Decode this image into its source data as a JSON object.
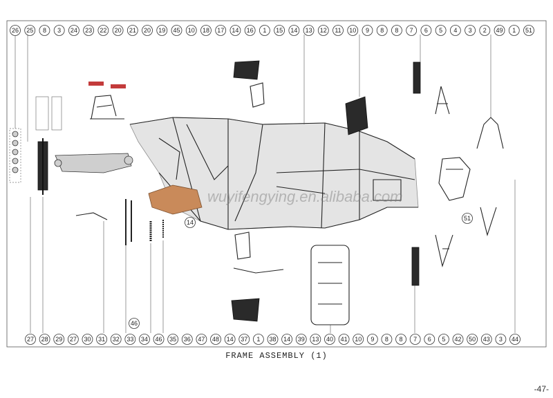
{
  "title": "FRAME ASSEMBLY (1)",
  "page_number": "-47-",
  "watermark": "wuyifengying.en.alibaba.com",
  "colors": {
    "frame": "#9a9a9a",
    "bracket": "#c98a5a",
    "reflector": "#c33b3b"
  },
  "top_callouts": [
    "26",
    "25",
    "8",
    "3",
    "24",
    "23",
    "22",
    "20",
    "21",
    "20",
    "19",
    "45",
    "10",
    "18",
    "17",
    "14",
    "16",
    "1",
    "15",
    "14",
    "13",
    "12",
    "11",
    "10",
    "9",
    "8",
    "8",
    "7",
    "6",
    "5",
    "4",
    "3",
    "2",
    "49",
    "1",
    "51"
  ],
  "bottom_callouts": [
    "27",
    "28",
    "29",
    "27",
    "30",
    "31",
    "32",
    "33",
    "34",
    "46",
    "35",
    "36",
    "47",
    "48",
    "14",
    "37",
    "1",
    "38",
    "14",
    "39",
    "13",
    "40",
    "41",
    "10",
    "9",
    "8",
    "8",
    "7",
    "6",
    "5",
    "42",
    "50",
    "43",
    "3",
    "44"
  ],
  "side_callouts": [
    "51",
    "14",
    "46"
  ]
}
